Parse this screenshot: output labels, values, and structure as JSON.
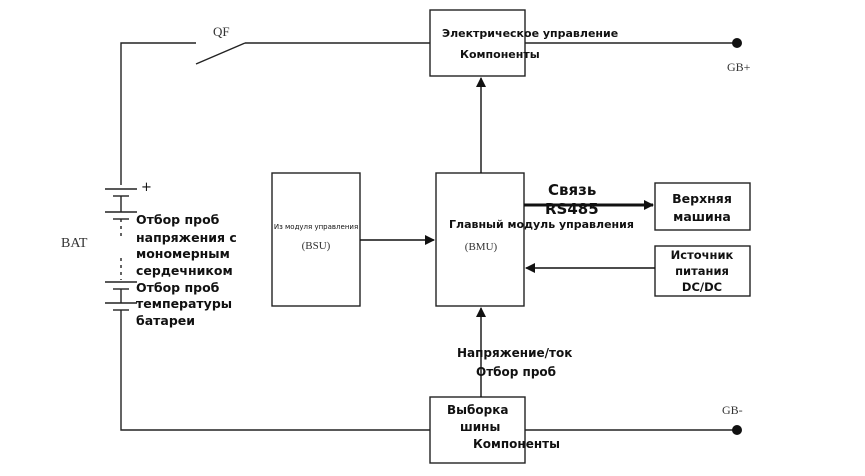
{
  "switch_label": "QF",
  "terminals": {
    "positive": "GB+",
    "negative": "GB-"
  },
  "battery": {
    "label": "BAT",
    "plus_sign": "+",
    "cell_voltage_sampling": [
      "Отбор проб",
      "напряжения с",
      "мономерным",
      "сердечником"
    ],
    "temperature_sampling": [
      "Отбор проб",
      "температуры",
      "батареи"
    ]
  },
  "blocks": {
    "electric_control": [
      "Электрическое управление",
      "Компоненты"
    ],
    "slave_module": {
      "title": "Из модуля управления",
      "abbr": "(BSU)"
    },
    "main_module": {
      "title": "Главный модуль управления",
      "abbr": "(BMU)"
    },
    "upper_machine": [
      "Верхняя",
      "машина"
    ],
    "power_supply": [
      "Источник",
      "питания",
      "DC/DC"
    ],
    "bus_sampling": [
      "Выборка",
      "шины",
      "Компоненты"
    ]
  },
  "comm_label": [
    "Связь",
    "RS485"
  ],
  "voltage_current_label": [
    "Напряжение/ток",
    "Отбор проб"
  ]
}
